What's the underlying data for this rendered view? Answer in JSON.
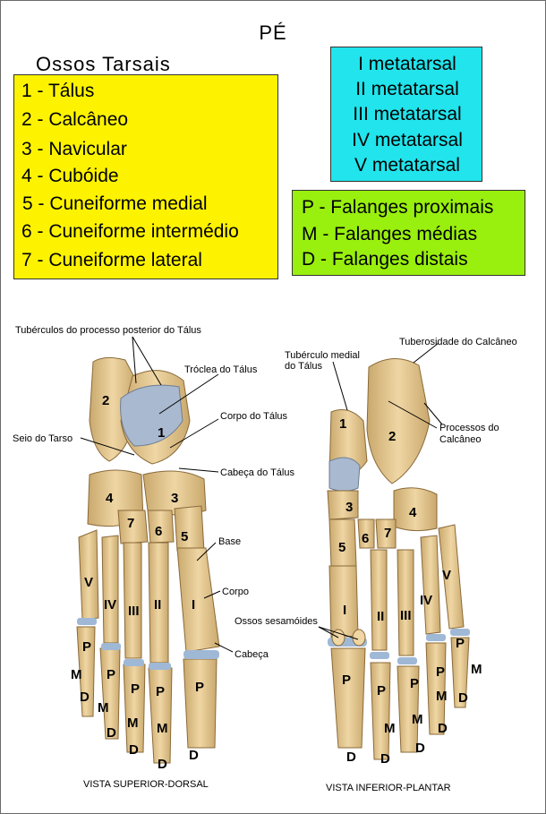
{
  "title": "PÉ",
  "tarsal": {
    "heading": "Ossos Tarsais",
    "items": [
      "1 - Tálus",
      "2 - Calcâneo",
      "3 - Navicular",
      "4 - Cubóide",
      "5 - Cuneiforme medial",
      "6 - Cuneiforme intermédio",
      "7 - Cuneiforme lateral"
    ]
  },
  "metatarsal": {
    "items": [
      "I metatarsal",
      "II metatarsal",
      "III metatarsal",
      "IV metatarsal",
      "V metatarsal"
    ]
  },
  "phalanges": {
    "items": [
      "P - Falanges proximais",
      "M - Falanges médias",
      "D - Falanges distais"
    ]
  },
  "dorsal": {
    "caption": "VISTA SUPERIOR-DORSAL",
    "annotations": {
      "tuberculos": "Tubérculos do processo posterior do Tálus",
      "troclea": "Tróclea do Tálus",
      "corpo_talus": "Corpo do Tálus",
      "seio": "Seio do Tarso",
      "cabeca_talus": "Cabeça do Tálus",
      "base": "Base",
      "corpo": "Corpo",
      "cabeca": "Cabeça"
    },
    "labels": [
      "2",
      "1",
      "4",
      "3",
      "7",
      "6",
      "5",
      "V",
      "IV",
      "III",
      "II",
      "I",
      "P",
      "M",
      "D",
      "P",
      "M",
      "D",
      "P",
      "M",
      "D",
      "P",
      "M",
      "D",
      "P",
      "D"
    ]
  },
  "plantar": {
    "caption": "VISTA INFERIOR-PLANTAR",
    "annotations": {
      "tuberculo_medial_1": "Tubérculo medial",
      "tuberculo_medial_2": "do Tálus",
      "tuberosidade": "Tuberosidade do Calcâneo",
      "processos_1": "Processos do",
      "processos_2": "Calcâneo",
      "sesamoides": "Ossos sesamóides"
    },
    "labels": [
      "1",
      "2",
      "3",
      "4",
      "5",
      "6",
      "7",
      "V",
      "IV",
      "III",
      "II",
      "I",
      "P",
      "D",
      "P",
      "M",
      "D",
      "P",
      "M",
      "D",
      "P",
      "M",
      "D",
      "P",
      "M",
      "D"
    ]
  },
  "colors": {
    "tarsal_box": "#fdf300",
    "metatarsal_box": "#21e4ec",
    "phalanges_box": "#99ef0e",
    "bone": "#e8cc96",
    "cartilage": "#9fb8d6"
  }
}
